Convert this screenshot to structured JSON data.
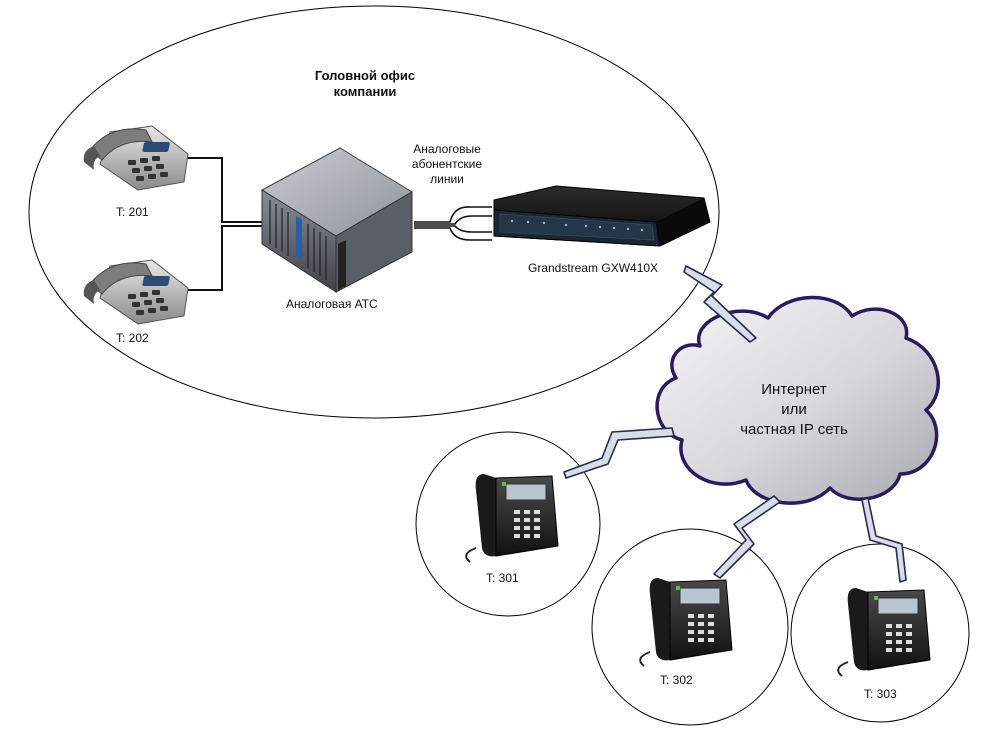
{
  "office": {
    "title_line1": "Головной офис",
    "title_line2": "компании"
  },
  "analog_phones": [
    {
      "label": "T: 201"
    },
    {
      "label": "T: 202"
    }
  ],
  "pbx": {
    "label": "Аналоговая АТС"
  },
  "lines_label": [
    "Аналоговые",
    "абонентские",
    "линии"
  ],
  "gateway": {
    "label": "Grandstream GXW410X"
  },
  "cloud": {
    "lines": [
      "Интернет",
      "или",
      "частная IP сеть"
    ]
  },
  "ip_phones": [
    {
      "label": "T: 301"
    },
    {
      "label": "T: 302"
    },
    {
      "label": "T: 303"
    }
  ],
  "colors": {
    "ellipse_stroke": "#000000",
    "cloud_stroke": "#2a1a5e",
    "cloud_fill_light": "#f4f4f6",
    "cloud_fill_dark": "#a9a9b0",
    "bolt_fill": "#d8dde8",
    "bolt_stroke": "#2a2a50",
    "gateway_body": "#111111",
    "gateway_panel": "#1c2a3a"
  }
}
